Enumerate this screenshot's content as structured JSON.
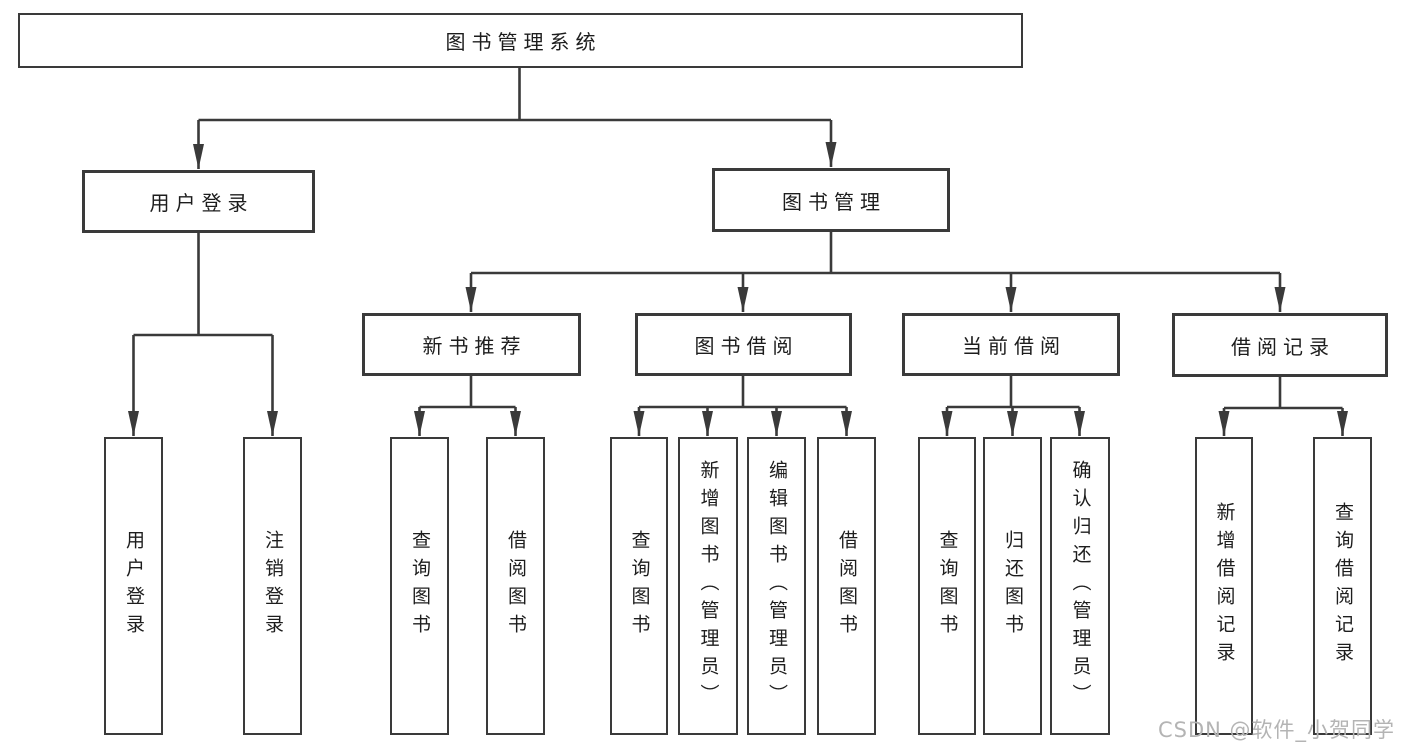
{
  "diagram_type": "functional-structure-tree",
  "tree": {
    "root": {
      "label": "图书管理系统",
      "children": [
        {
          "label": "用户登录",
          "children": [
            {
              "label": "用户登录"
            },
            {
              "label": "注销登录"
            }
          ]
        },
        {
          "label": "图书管理",
          "children": [
            {
              "label": "新书推荐",
              "children": [
                {
                  "label": "查询图书"
                },
                {
                  "label": "借阅图书"
                }
              ]
            },
            {
              "label": "图书借阅",
              "children": [
                {
                  "label": "查询图书"
                },
                {
                  "label": "新增图书（管理员）"
                },
                {
                  "label": "编辑图书（管理员）"
                },
                {
                  "label": "借阅图书"
                }
              ]
            },
            {
              "label": "当前借阅",
              "children": [
                {
                  "label": "查询图书"
                },
                {
                  "label": "归还图书"
                },
                {
                  "label": "确认归还（管理员）"
                }
              ]
            },
            {
              "label": "借阅记录",
              "children": [
                {
                  "label": "新增借阅记录"
                },
                {
                  "label": "查询借阅记录"
                }
              ]
            }
          ]
        }
      ]
    }
  },
  "watermark": {
    "text": "CSDN @软件_小贺同学"
  },
  "colors": {
    "line": "#3a3a3a",
    "text": "#1d1d1d",
    "watermark": "#b4b4b4",
    "background": "#ffffff"
  }
}
